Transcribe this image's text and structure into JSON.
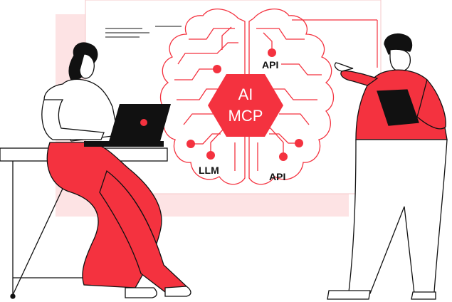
{
  "hexagon": {
    "line1": "AI",
    "line2": "MCP"
  },
  "labels": {
    "api_top": "API",
    "llm": "LLM",
    "api_bottom": "API"
  },
  "colors": {
    "accent": "#f4323f",
    "accent_light": "#fde3e4",
    "ink": "#111111",
    "paper": "#ffffff"
  }
}
